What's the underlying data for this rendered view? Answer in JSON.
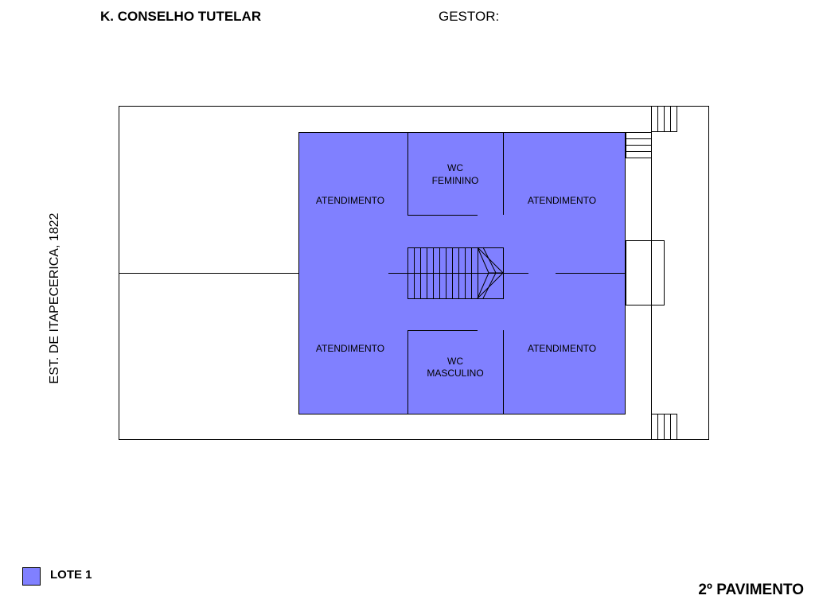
{
  "header": {
    "title": "K. CONSELHO TUTELAR",
    "gestor_label": "GESTOR:"
  },
  "street_label": "EST. DE ITAPECERICA, 1822",
  "rooms": {
    "top_left": "ATENDIMENTO",
    "top_right": "ATENDIMENTO",
    "bottom_left": "ATENDIMENTO",
    "bottom_right": "ATENDIMENTO",
    "wc_fem_line1": "WC",
    "wc_fem_line2": "FEMININO",
    "wc_masc_line1": "WC",
    "wc_masc_line2": "MASCULINO"
  },
  "legend": {
    "label": "LOTE 1",
    "color": "#8080ff"
  },
  "floor_label": "2º PAVIMENTO"
}
